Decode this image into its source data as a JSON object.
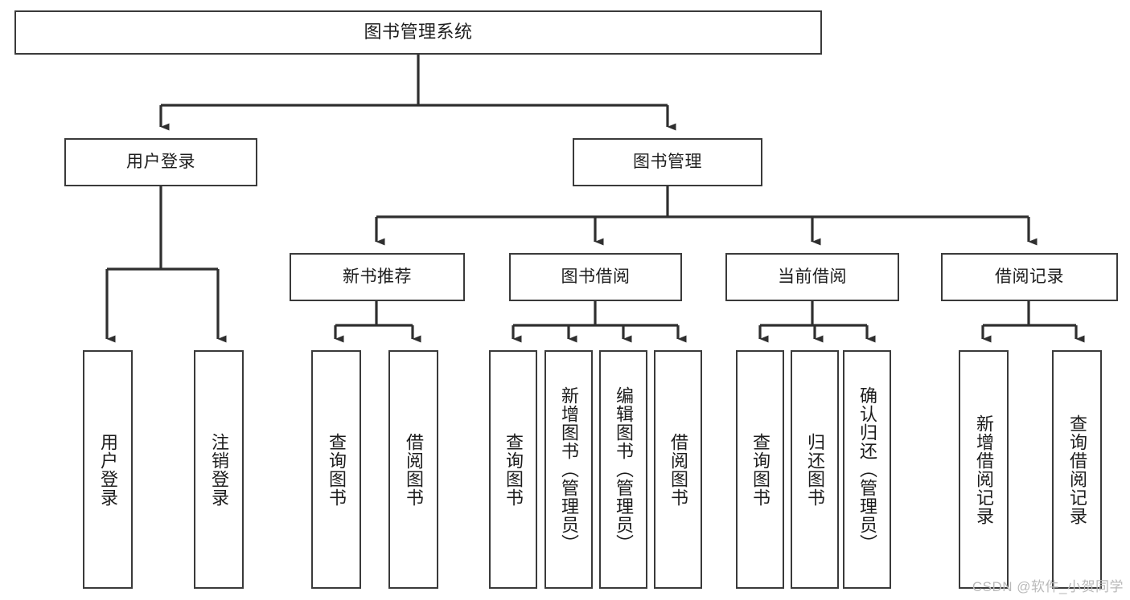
{
  "diagram": {
    "type": "tree",
    "title": "图书管理系统",
    "orientation": "top-down",
    "colors": {
      "box_border": "#3a3a3a",
      "box_fill": "#ffffff",
      "connector": "#2f2f2f",
      "text": "#1d1d1d",
      "watermark": "#b9b9b9",
      "background": "#ffffff"
    },
    "root": {
      "label": "图书管理系统"
    },
    "level2": [
      {
        "id": "user-login",
        "label": "用户登录"
      },
      {
        "id": "book-management",
        "label": "图书管理"
      }
    ],
    "level3": [
      {
        "id": "new-book-recommend",
        "label": "新书推荐",
        "parent": "book-management"
      },
      {
        "id": "book-borrow",
        "label": "图书借阅",
        "parent": "book-management"
      },
      {
        "id": "current-borrow",
        "label": "当前借阅",
        "parent": "book-management"
      },
      {
        "id": "borrow-record",
        "label": "借阅记录",
        "parent": "book-management"
      }
    ],
    "leaves": {
      "user-login": [
        {
          "id": "leaf-user-login",
          "label": "用户登录"
        },
        {
          "id": "leaf-user-logout",
          "label": "注销登录"
        }
      ],
      "new-book-recommend": [
        {
          "id": "leaf-query-book-1",
          "label": "查询图书"
        },
        {
          "id": "leaf-borrow-book-1",
          "label": "借阅图书"
        }
      ],
      "book-borrow": [
        {
          "id": "leaf-query-book-2",
          "label": "查询图书"
        },
        {
          "id": "leaf-add-book",
          "label": "新增图书（管理员）"
        },
        {
          "id": "leaf-edit-book",
          "label": "编辑图书（管理员）"
        },
        {
          "id": "leaf-borrow-book-2",
          "label": "借阅图书"
        }
      ],
      "current-borrow": [
        {
          "id": "leaf-query-book-3",
          "label": "查询图书"
        },
        {
          "id": "leaf-return-book",
          "label": "归还图书"
        },
        {
          "id": "leaf-confirm-return",
          "label": "确认归还（管理员）"
        }
      ],
      "borrow-record": [
        {
          "id": "leaf-add-record",
          "label": "新增借阅记录"
        },
        {
          "id": "leaf-query-record",
          "label": "查询借阅记录"
        }
      ]
    }
  },
  "watermark": {
    "text": "CSDN @软件_小贺同学"
  }
}
